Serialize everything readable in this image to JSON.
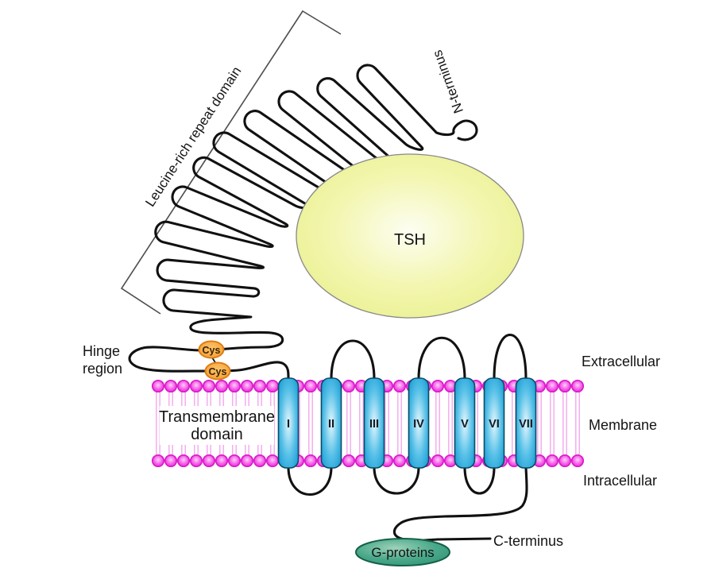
{
  "diagram": {
    "bracket_label": "Leucine-rich repeat domain",
    "n_terminus": "N-terminus",
    "ligand": "TSH",
    "hinge": [
      "Hinge",
      "region"
    ],
    "cys": [
      "Cys",
      "Cys"
    ],
    "transmembrane": [
      "Transmembrane",
      "domain"
    ],
    "side_labels": {
      "extracellular": "Extracellular",
      "membrane": "Membrane",
      "intracellular": "Intracellular"
    },
    "c_terminus": "C-terminus",
    "g_proteins": "G-proteins",
    "helices": [
      "I",
      "II",
      "III",
      "IV",
      "V",
      "VI",
      "VII"
    ]
  },
  "colors": {
    "chain_black": "#111111",
    "membrane_head_magenta": "#ec1fdc",
    "membrane_tail_pink": "#f3a8ec",
    "helix_blue": "#149ad4",
    "tsh_yellow_green": "#e5ed80",
    "cys_orange": "#f49b2b",
    "gprotein_green": "#2a8f70",
    "text": "#141414"
  }
}
